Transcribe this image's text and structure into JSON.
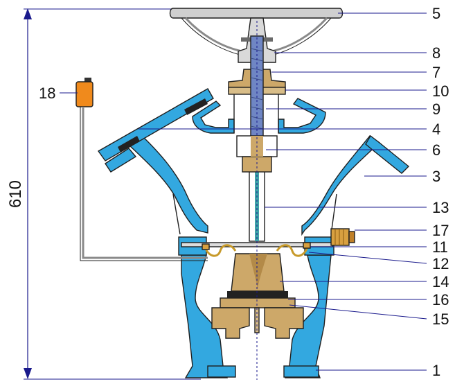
{
  "dimension": {
    "label": "610"
  },
  "callouts": [
    {
      "label": "5"
    },
    {
      "label": "8"
    },
    {
      "label": "7"
    },
    {
      "label": "10"
    },
    {
      "label": "9"
    },
    {
      "label": "4"
    },
    {
      "label": "6"
    },
    {
      "label": "3"
    },
    {
      "label": "13"
    },
    {
      "label": "17"
    },
    {
      "label": "11"
    },
    {
      "label": "12"
    },
    {
      "label": "14"
    },
    {
      "label": "16"
    },
    {
      "label": "15"
    },
    {
      "label": "1"
    },
    {
      "label": "18"
    }
  ],
  "colors": {
    "body_blue": "#33a8e0",
    "bronze": "#cda869",
    "stem_blue": "#6f86c4",
    "handwheel_grey": "#cfcfcf",
    "sensor_orange": "#f08a1c",
    "fitting_brass": "#d8a040",
    "leader_line": "#1a1a8c",
    "gasket_black": "#222222"
  }
}
